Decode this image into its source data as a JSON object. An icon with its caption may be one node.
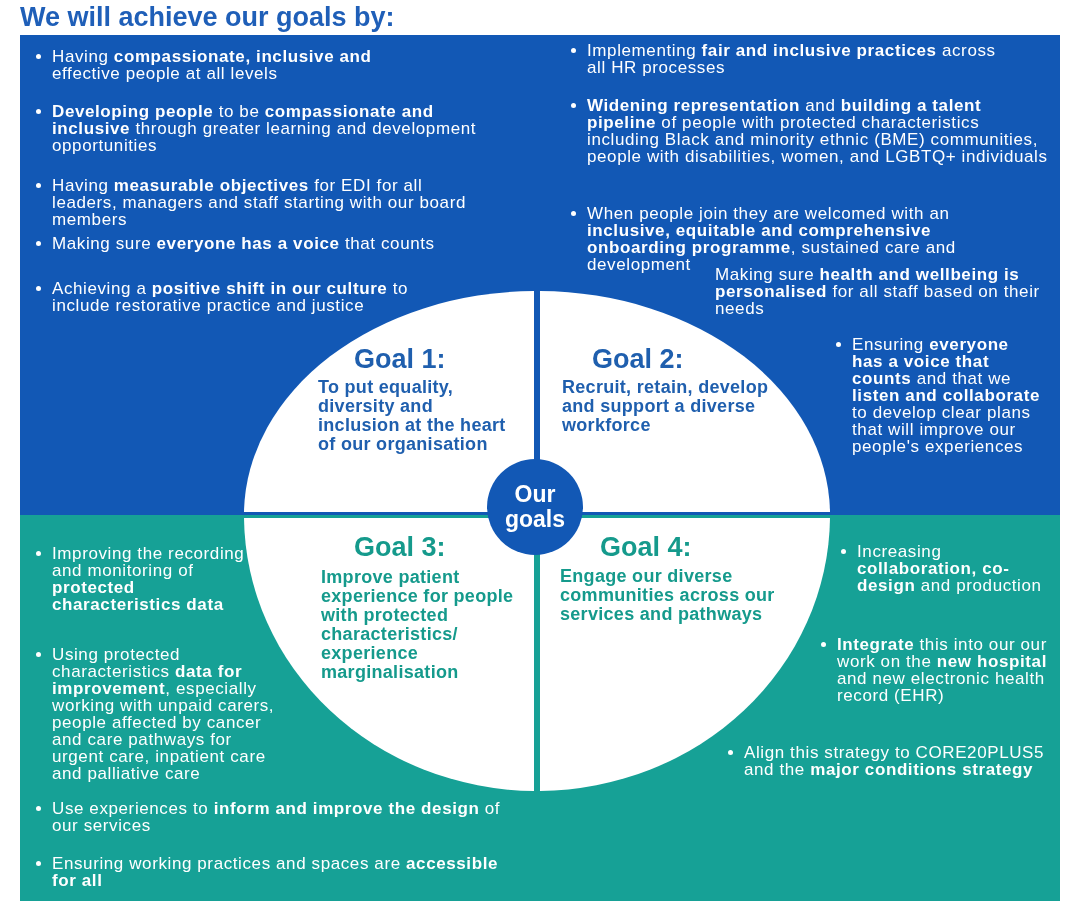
{
  "diagram": {
    "title": "We will achieve our goals by:",
    "nodes": [
      {
        "text": [
          "Goal 1:",
          "To put equality, diversity and inclusion at the heart of our organisation"
        ]
      },
      {
        "text": [
          "Goal 2:",
          "Recruit, retain, develop and support a diverse workforce"
        ]
      },
      {
        "text": [
          "Goal 3:",
          "Improve patient experience for people with protected characteristics/ experience marginalisation"
        ]
      },
      {
        "text": [
          "Goal 4:",
          "Engage our diverse communities across our services and pathways"
        ]
      },
      {
        "text": [
          "Our goals"
        ]
      }
    ],
    "labels": [
      "Having **compassionate, inclusive and** effective people at all levels",
      "**Developing people** to be **compassionate and inclusive** through greater learning and development opportunities",
      "Having **measurable objectives** for EDI for all leaders, managers and staff starting with our board members",
      "Making sure **everyone has a voice** that counts",
      "Achieving a **positive shift in our culture** to include restorative practice and justice",
      "Implementing **fair and inclusive practices** across all HR processes",
      "**Widening representation** and **building a talent pipeline** of people with protected characteristics including Black and minority ethnic (BME) communities, people with disabilities, women, and LGBTQ+ individuals",
      "When people join they are welcomed with an **inclusive, equitable and comprehensive onboarding programme**, sustained care and development",
      "Making sure **health and wellbeing is personalised** for all staff based on their needs",
      "Ensuring **everyone has a voice that counts** and that we **listen and collaborate** to develop clear plans that will improve our people's experiences",
      "Improving the recording and monitoring of **protected characteristics data**",
      "Using protected characteristics **data for improvement**, especially working with unpaid carers, people affected by cancer and care pathways for urgent care, inpatient care and palliative care",
      "Use experiences to **inform and improve the design** of our services",
      "Ensuring working practices and spaces are **accessible for all**",
      "Increasing **collaboration, co-design** and production",
      "**Integrate** this into our our work on the **new hospital** and new electronic health record (EHR)",
      "Align this strategy to CORE20PLUS5 and the **major conditions strategy**"
    ]
  }
}
